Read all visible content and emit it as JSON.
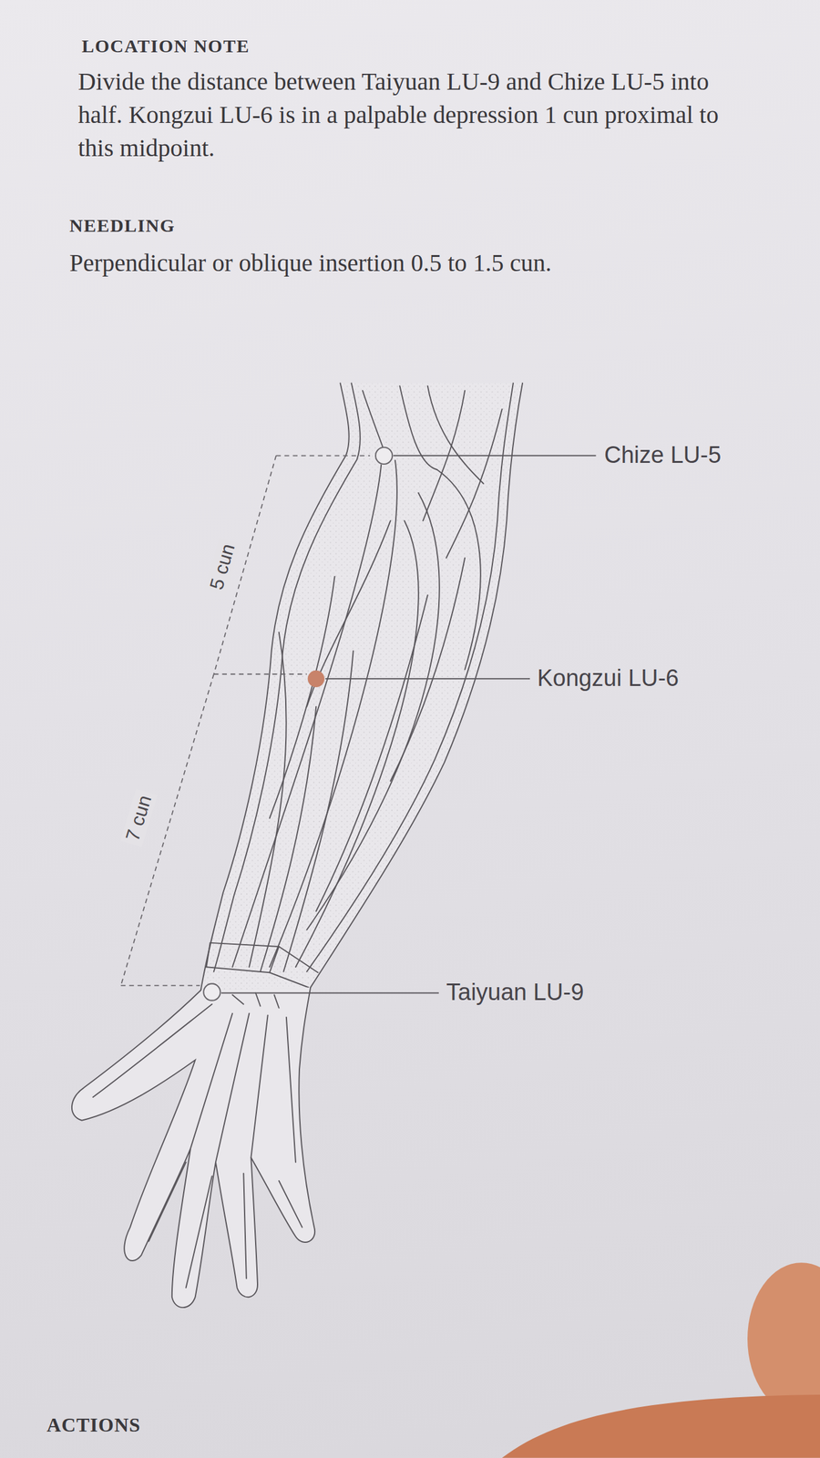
{
  "diagram": {
    "labels": [
      "LOCATION NOTE",
      "Divide the distance between Taiyuan LU-9 and Chize LU-5 into half. Kongzui LU-6 is in a palpable depression 1 cun proximal to this midpoint.",
      "NEEDLING",
      "Perpendicular or oblique insertion 0.5 to 1.5 cun.",
      "Chize LU-5",
      "5 cun",
      "Kongzui LU-6",
      "7 cun",
      "Taiyuan LU-9",
      "ACTIONS"
    ]
  }
}
